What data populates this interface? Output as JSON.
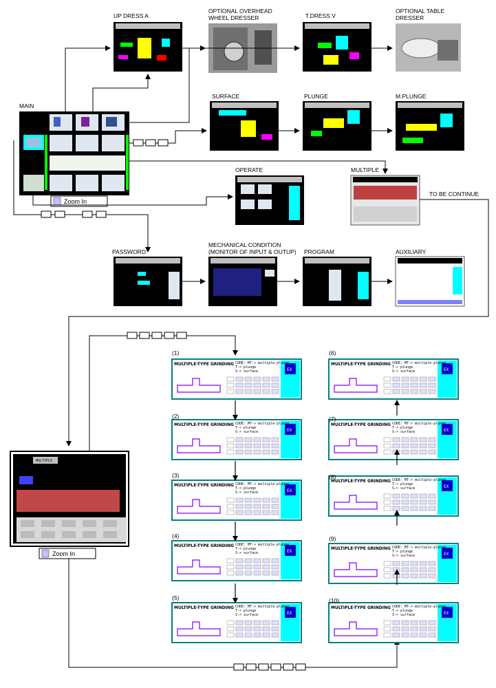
{
  "labels": {
    "main": "MAIN",
    "updress": "UP DRESS A",
    "overhead_line1": "OPTIONAL OVERHEAD",
    "overhead_line2": "WHEEL DRESSER",
    "tdress": "T.DRESS V",
    "table_line1": "OPTIONAL TABLE",
    "table_line2": "DRESSER",
    "surface": "SURFACE",
    "plunge": "PLUNGE",
    "mplunge": "M.PLUNGE",
    "operate": "OPERATE",
    "multiple": "MULTIPLE",
    "continue": "TO BE CONTINUE",
    "password": "PASSWORD",
    "mech_line1": "MECHANICAL CONDITION",
    "mech_line2": "(MONITOR OF INPUT & OUTUP)",
    "program": "PROGRAM",
    "auxiliary": "AUXILIARY",
    "zoom_in": "Zoom In",
    "multiple_panel_title": "MULTIPLE"
  },
  "grinding": {
    "title": "MULTIPLE-TYPE GRINDING",
    "code_line1": "CODE: MT-> multiple-plunge",
    "code_line2": "T-> plunge",
    "code_line3": "S-> surface",
    "ex": "EX",
    "panels": [
      {
        "num": "(1)"
      },
      {
        "num": "(2)"
      },
      {
        "num": "(3)"
      },
      {
        "num": "(4)"
      },
      {
        "num": "(5)"
      },
      {
        "num": "(6)"
      },
      {
        "num": "(7)"
      },
      {
        "num": "(8)"
      },
      {
        "num": "(9)"
      },
      {
        "num": "(10)"
      }
    ]
  },
  "colors": {
    "screen_bg": "#000000",
    "panel_cyan": "#00ffff",
    "ex_blue": "#0000cc",
    "screen_teal": "#008080",
    "arrow": "#000000"
  }
}
